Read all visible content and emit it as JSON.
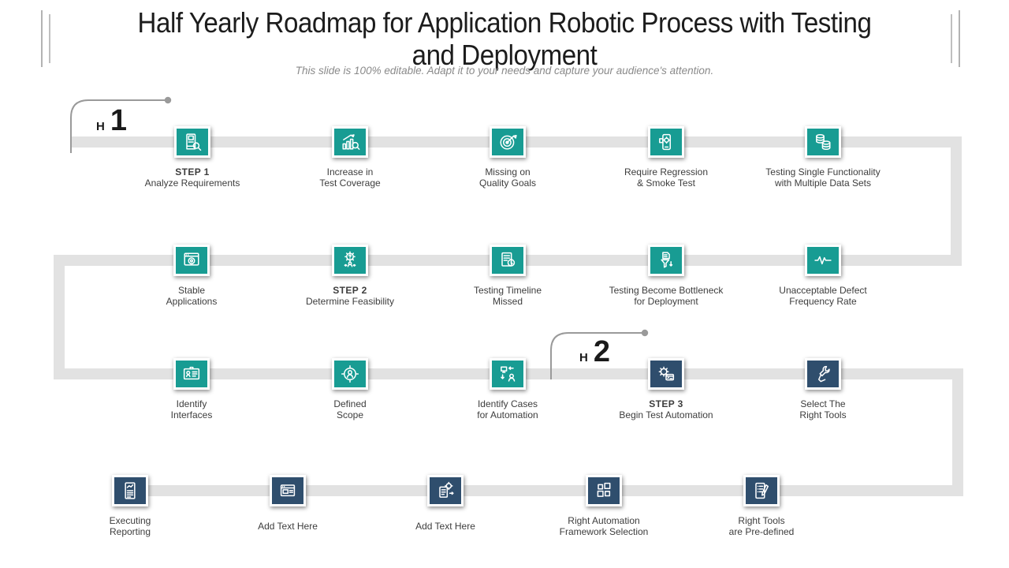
{
  "slide": {
    "title_line1": "Half Yearly Roadmap for Application Robotic Process with Testing",
    "title_line2": "and Deployment",
    "subtitle": "This slide is 100% editable. Adapt it to your needs and capture your audience's attention."
  },
  "colors": {
    "teal": "#189C93",
    "navy": "#2F4E6D",
    "road": "#E2E2E2",
    "marker_line": "#9A9A9A",
    "label_text": "#3D3D3D"
  },
  "markers": {
    "h1": {
      "prefix": "H",
      "number": "1"
    },
    "h2": {
      "prefix": "H",
      "number": "2"
    }
  },
  "rows": [
    {
      "items": [
        {
          "icon": "document-scan-icon",
          "lines": [
            "STEP 1",
            "Analyze Requirements"
          ],
          "bold_first": true,
          "color": "teal"
        },
        {
          "icon": "growth-chart-magnifier-icon",
          "lines": [
            "Increase in",
            "Test Coverage"
          ],
          "color": "teal"
        },
        {
          "icon": "target-dart-icon",
          "lines": [
            "Missing on",
            "Quality Goals"
          ],
          "color": "teal"
        },
        {
          "icon": "mobile-gear-icon",
          "lines": [
            "Require Regression",
            "& Smoke Test"
          ],
          "color": "teal"
        },
        {
          "icon": "database-stack-icon",
          "lines": [
            "Testing Single Functionality",
            "with Multiple Data Sets"
          ],
          "color": "teal"
        }
      ]
    },
    {
      "items": [
        {
          "icon": "browser-shield-icon",
          "lines": [
            "Stable",
            "Applications"
          ],
          "color": "teal"
        },
        {
          "icon": "gear-question-person-icon",
          "lines": [
            "STEP 2",
            "Determine Feasibility"
          ],
          "bold_first": true,
          "color": "teal"
        },
        {
          "icon": "document-stopwatch-icon",
          "lines": [
            "Testing Timeline",
            "Missed"
          ],
          "color": "teal"
        },
        {
          "icon": "document-funnel-icon",
          "lines": [
            "Testing Become Bottleneck",
            "for Deployment"
          ],
          "color": "teal"
        },
        {
          "icon": "pulse-wave-icon",
          "lines": [
            "Unacceptable Defect",
            "Frequency Rate"
          ],
          "color": "teal"
        }
      ]
    },
    {
      "items": [
        {
          "icon": "id-card-icon",
          "lines": [
            "Identify",
            "Interfaces"
          ],
          "color": "teal"
        },
        {
          "icon": "person-target-icon",
          "lines": [
            "Defined",
            "Scope"
          ],
          "color": "teal"
        },
        {
          "icon": "screen-transfer-person-icon",
          "lines": [
            "Identify Cases",
            "for Automation"
          ],
          "color": "teal"
        },
        {
          "icon": "gear-code-window-icon",
          "lines": [
            "STEP 3",
            "Begin Test Automation"
          ],
          "bold_first": true,
          "color": "navy"
        },
        {
          "icon": "hand-wrench-icon",
          "lines": [
            "Select The",
            "Right Tools"
          ],
          "color": "navy"
        }
      ]
    },
    {
      "items": [
        {
          "icon": "report-document-icon",
          "lines": [
            "Executing",
            "Reporting"
          ],
          "color": "navy"
        },
        {
          "icon": "browser-media-icon",
          "lines": [
            "Add Text Here"
          ],
          "color": "navy",
          "placeholder": true
        },
        {
          "icon": "document-gear-icon",
          "lines": [
            "Add Text Here"
          ],
          "color": "navy",
          "placeholder": true
        },
        {
          "icon": "grid-blocks-icon",
          "lines": [
            "Right Automation",
            "Framework Selection"
          ],
          "color": "navy"
        },
        {
          "icon": "checklist-pencil-icon",
          "lines": [
            "Right Tools",
            "are Pre-defined"
          ],
          "color": "navy"
        }
      ]
    }
  ]
}
